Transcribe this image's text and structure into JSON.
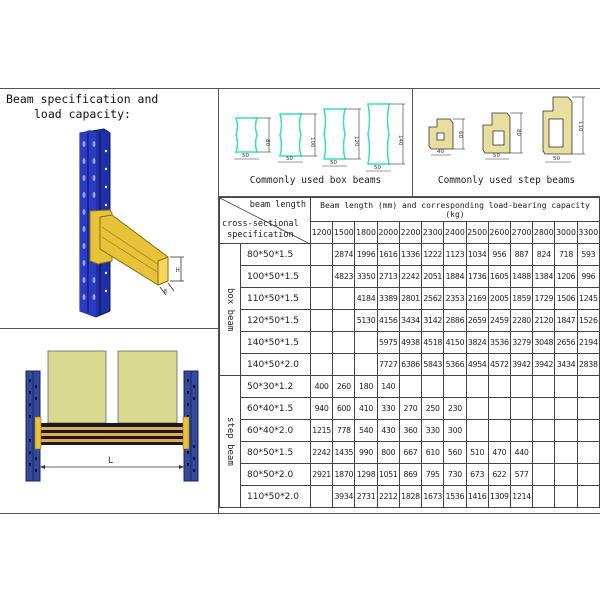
{
  "header": {
    "title_line1": "Beam specification and",
    "title_line2": "load capacity:"
  },
  "diagrams": {
    "upright_beam": {
      "dim_h": "H",
      "dim_b": "B"
    },
    "rack_front": {
      "dim_span": "L"
    }
  },
  "box_beams": {
    "caption": "Commonly used box beams",
    "profiles": [
      {
        "width": "50",
        "height": "80"
      },
      {
        "width": "50",
        "height": "100"
      },
      {
        "width": "50",
        "height": "120"
      },
      {
        "width": "50",
        "height": "140"
      }
    ]
  },
  "step_beams": {
    "caption": "Commonly used step beams",
    "profiles": [
      {
        "width": "40",
        "height": "60"
      },
      {
        "width": "50",
        "height": "80"
      },
      {
        "width": "50",
        "height": "110"
      }
    ]
  },
  "table": {
    "corner_top": "beam length",
    "corner_bottom_1": "cross-sectional",
    "corner_bottom_2": "specification",
    "main_header": "Beam length (mm) and corresponding load-bearing capacity (kg)",
    "lengths": [
      "1200",
      "1500",
      "1800",
      "2000",
      "2200",
      "2300",
      "2400",
      "2500",
      "2600",
      "2700",
      "2800",
      "3000",
      "3300"
    ],
    "groups": [
      {
        "label": "box beam",
        "rows": [
          {
            "spec": "80*50*1.5",
            "values": [
              "",
              "2874",
              "1996",
              "1616",
              "1336",
              "1222",
              "1123",
              "1034",
              "956",
              "887",
              "824",
              "718",
              "593"
            ]
          },
          {
            "spec": "100*50*1.5",
            "values": [
              "",
              "4823",
              "3350",
              "2713",
              "2242",
              "2051",
              "1884",
              "1736",
              "1605",
              "1488",
              "1384",
              "1206",
              "996"
            ]
          },
          {
            "spec": "110*50*1.5",
            "values": [
              "",
              "",
              "4184",
              "3389",
              "2801",
              "2562",
              "2353",
              "2169",
              "2005",
              "1859",
              "1729",
              "1506",
              "1245"
            ]
          },
          {
            "spec": "120*50*1.5",
            "values": [
              "",
              "",
              "5130",
              "4156",
              "3434",
              "3142",
              "2886",
              "2659",
              "2459",
              "2280",
              "2120",
              "1847",
              "1526"
            ]
          },
          {
            "spec": "140*50*1.5",
            "values": [
              "",
              "",
              "",
              "5975",
              "4938",
              "4518",
              "4150",
              "3824",
              "3536",
              "3279",
              "3048",
              "2656",
              "2194"
            ]
          },
          {
            "spec": "140*50*2.0",
            "values": [
              "",
              "",
              "",
              "7727",
              "6386",
              "5843",
              "5366",
              "4954",
              "4572",
              "3942",
              "3942",
              "3434",
              "2838"
            ]
          }
        ]
      },
      {
        "label": "step beam",
        "rows": [
          {
            "spec": "50*30*1.2",
            "values": [
              "400",
              "260",
              "180",
              "140",
              "",
              "",
              "",
              "",
              "",
              "",
              "",
              "",
              ""
            ]
          },
          {
            "spec": "60*40*1.5",
            "values": [
              "940",
              "600",
              "410",
              "330",
              "270",
              "250",
              "230",
              "",
              "",
              "",
              "",
              "",
              ""
            ]
          },
          {
            "spec": "60*40*2.0",
            "values": [
              "1215",
              "778",
              "540",
              "430",
              "360",
              "330",
              "300",
              "",
              "",
              "",
              "",
              "",
              ""
            ]
          },
          {
            "spec": "80*50*1.5",
            "values": [
              "2242",
              "1435",
              "990",
              "800",
              "667",
              "610",
              "560",
              "510",
              "470",
              "440",
              "",
              "",
              ""
            ]
          },
          {
            "spec": "80*50*2.0",
            "values": [
              "2921",
              "1870",
              "1298",
              "1051",
              "869",
              "795",
              "730",
              "673",
              "622",
              "577",
              "",
              "",
              ""
            ]
          },
          {
            "spec": "110*50*2.0",
            "values": [
              "",
              "3934",
              "2731",
              "2212",
              "1828",
              "1673",
              "1536",
              "1416",
              "1309",
              "1214",
              "",
              "",
              ""
            ]
          }
        ]
      }
    ]
  },
  "colors": {
    "upright_blue": "#1f2fa6",
    "beam_yellow": "#e8c33a",
    "box_profile_cyan": "#33e0b8",
    "step_profile_fill": "#e6dfa0",
    "pallet_load": "#d8d890",
    "grid_line": "#444444"
  }
}
